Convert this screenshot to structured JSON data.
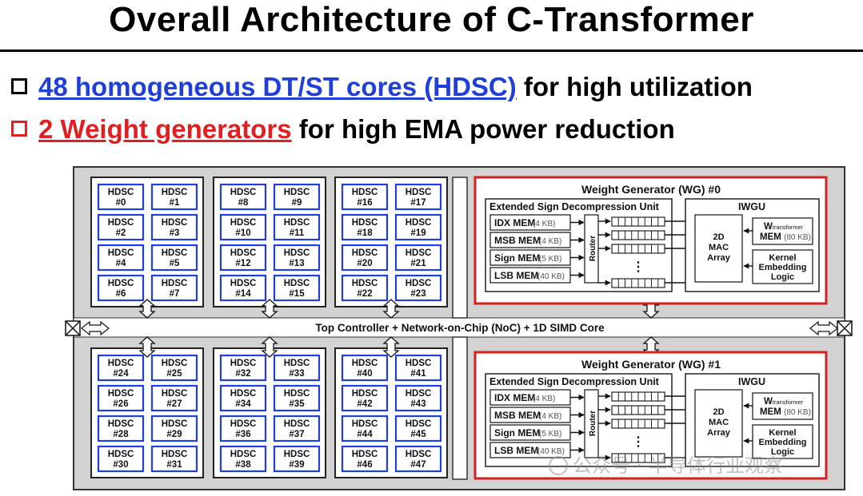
{
  "title": "Overall Architecture of C-Transformer",
  "bullets": [
    {
      "highlight": "48 homogeneous DT/ST cores (HDSC)",
      "rest": " for high utilization"
    },
    {
      "highlight": "2 Weight generators",
      "rest": " for high EMA power reduction"
    }
  ],
  "core_prefix": "HDSC",
  "cores": [
    "#0",
    "#1",
    "#2",
    "#3",
    "#4",
    "#5",
    "#6",
    "#7",
    "#8",
    "#9",
    "#10",
    "#11",
    "#12",
    "#13",
    "#14",
    "#15",
    "#16",
    "#17",
    "#18",
    "#19",
    "#20",
    "#21",
    "#22",
    "#23",
    "#24",
    "#25",
    "#26",
    "#27",
    "#28",
    "#29",
    "#30",
    "#31",
    "#32",
    "#33",
    "#34",
    "#35",
    "#36",
    "#37",
    "#38",
    "#39",
    "#40",
    "#41",
    "#42",
    "#43",
    "#44",
    "#45",
    "#46",
    "#47"
  ],
  "noc_label": "Top Controller + Network-on-Chip (NoC) + 1D SIMD Core",
  "wg_blocks": [
    {
      "title": "Weight Generator (WG) #0"
    },
    {
      "title": "Weight Generator (WG) #1"
    }
  ],
  "wg_labels": {
    "esdu": "Extended Sign Decompression Unit",
    "mems": [
      {
        "name": "IDX MEM",
        "size": "(4 KB)"
      },
      {
        "name": "MSB MEM",
        "size": "(4 KB)"
      },
      {
        "name": "Sign MEM",
        "size": "(5 KB)"
      },
      {
        "name": "LSB MEM",
        "size": "(40 KB)"
      }
    ],
    "router": "Router",
    "ellipsis": "⋮",
    "iwgu": "IWGU",
    "mac": [
      "2D",
      "MAC",
      "Array"
    ],
    "wt_main": "W",
    "wt_sub": "transformer",
    "wt_mem": "MEM",
    "wt_size": "(80 KB)",
    "kernel": [
      "Kernel",
      "Embedding",
      "Logic"
    ]
  },
  "watermark": "公众号 · 半导体行业观察",
  "colors": {
    "blue": "#1f3fd8",
    "red": "#e02020",
    "chip_bg": "#d2d2d2"
  }
}
